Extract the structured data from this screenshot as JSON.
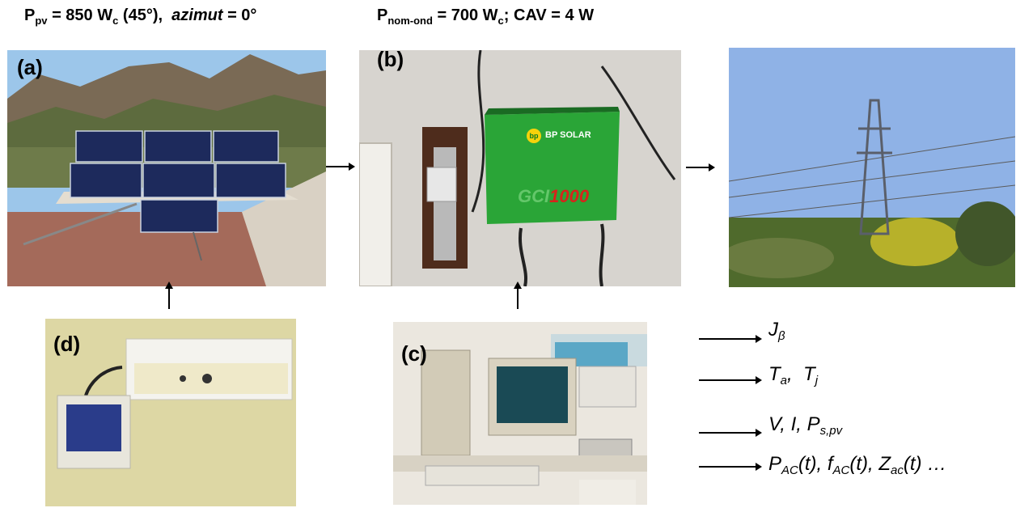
{
  "header": {
    "left": {
      "p": "P",
      "p_sub": "pv",
      "eq": " = 850 W",
      "w_sub": "c",
      "angle": " (45°),",
      "azimut": "azimut",
      "az_eq": " = 0°"
    },
    "right": {
      "p": "P",
      "p_sub": "nom-ond",
      "eq": " = 700 W",
      "w_sub": "c",
      "cav": "; CAV = 4 W"
    }
  },
  "photos": {
    "a": {
      "label": "(a)"
    },
    "b": {
      "label": "(b)",
      "brand": "BP SOLAR",
      "logo": "bp",
      "model": "GCI",
      "model_num": "1000"
    },
    "c": {
      "label": "(c)"
    },
    "d": {
      "label": "(d)"
    }
  },
  "outputs": {
    "j": {
      "base": "J",
      "sub": "β"
    },
    "t": {
      "a": "T",
      "a_sub": "a",
      "sep": ",  ",
      "j": "T",
      "j_sub": "j"
    },
    "v": {
      "text": "V, I, P",
      "sub": "s,pv"
    },
    "p": {
      "p": "P",
      "p_sub": "AC",
      "p_t": "(t), ",
      "f": "f",
      "f_sub": "AC",
      "f_t": "(t), ",
      "z": "Z",
      "z_sub": "ac",
      "z_t": "(t) …"
    }
  }
}
